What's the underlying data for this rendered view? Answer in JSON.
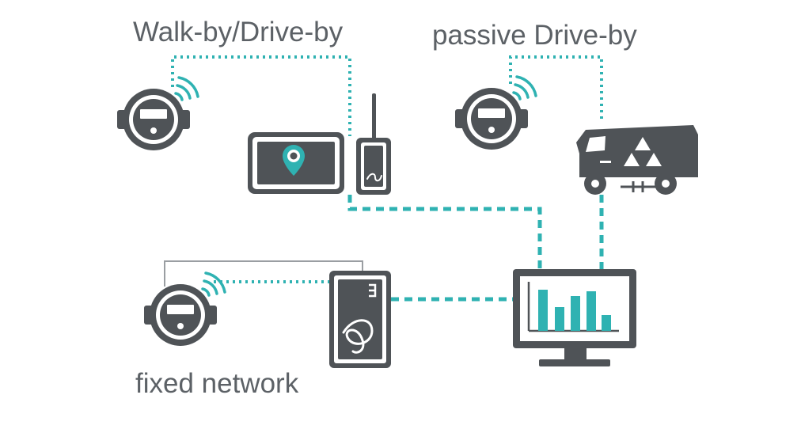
{
  "labels": {
    "walk_by": "Walk-by/Drive-by",
    "passive": "passive Drive-by",
    "fixed": "fixed network"
  },
  "colors": {
    "dark": "#4f5357",
    "accent": "#2fb2b2",
    "background": "#ffffff",
    "text": "#5c6166",
    "thin_line": "#9a9ea2"
  },
  "nodes": [
    {
      "id": "meter-walkby",
      "kind": "meter-icon"
    },
    {
      "id": "tablet",
      "kind": "tablet-icon"
    },
    {
      "id": "handheld-radio",
      "kind": "handheld-radio-icon"
    },
    {
      "id": "meter-passive",
      "kind": "meter-icon"
    },
    {
      "id": "garbage-truck",
      "kind": "truck-icon"
    },
    {
      "id": "meter-fixed",
      "kind": "meter-icon"
    },
    {
      "id": "gateway",
      "kind": "gateway-icon"
    },
    {
      "id": "monitor",
      "kind": "monitor-icon"
    }
  ],
  "edges": [
    {
      "from": "meter-walkby",
      "to": "tablet",
      "style": "dotted"
    },
    {
      "from": "meter-passive",
      "to": "garbage-truck",
      "style": "dotted"
    },
    {
      "from": "meter-fixed",
      "to": "gateway",
      "style": "dotted"
    },
    {
      "from": "meter-fixed",
      "to": "gateway",
      "style": "thin-solid"
    },
    {
      "from": "tablet",
      "to": "monitor",
      "style": "dashed"
    },
    {
      "from": "garbage-truck",
      "to": "monitor",
      "style": "dashed"
    },
    {
      "from": "gateway",
      "to": "monitor",
      "style": "dashed"
    }
  ]
}
